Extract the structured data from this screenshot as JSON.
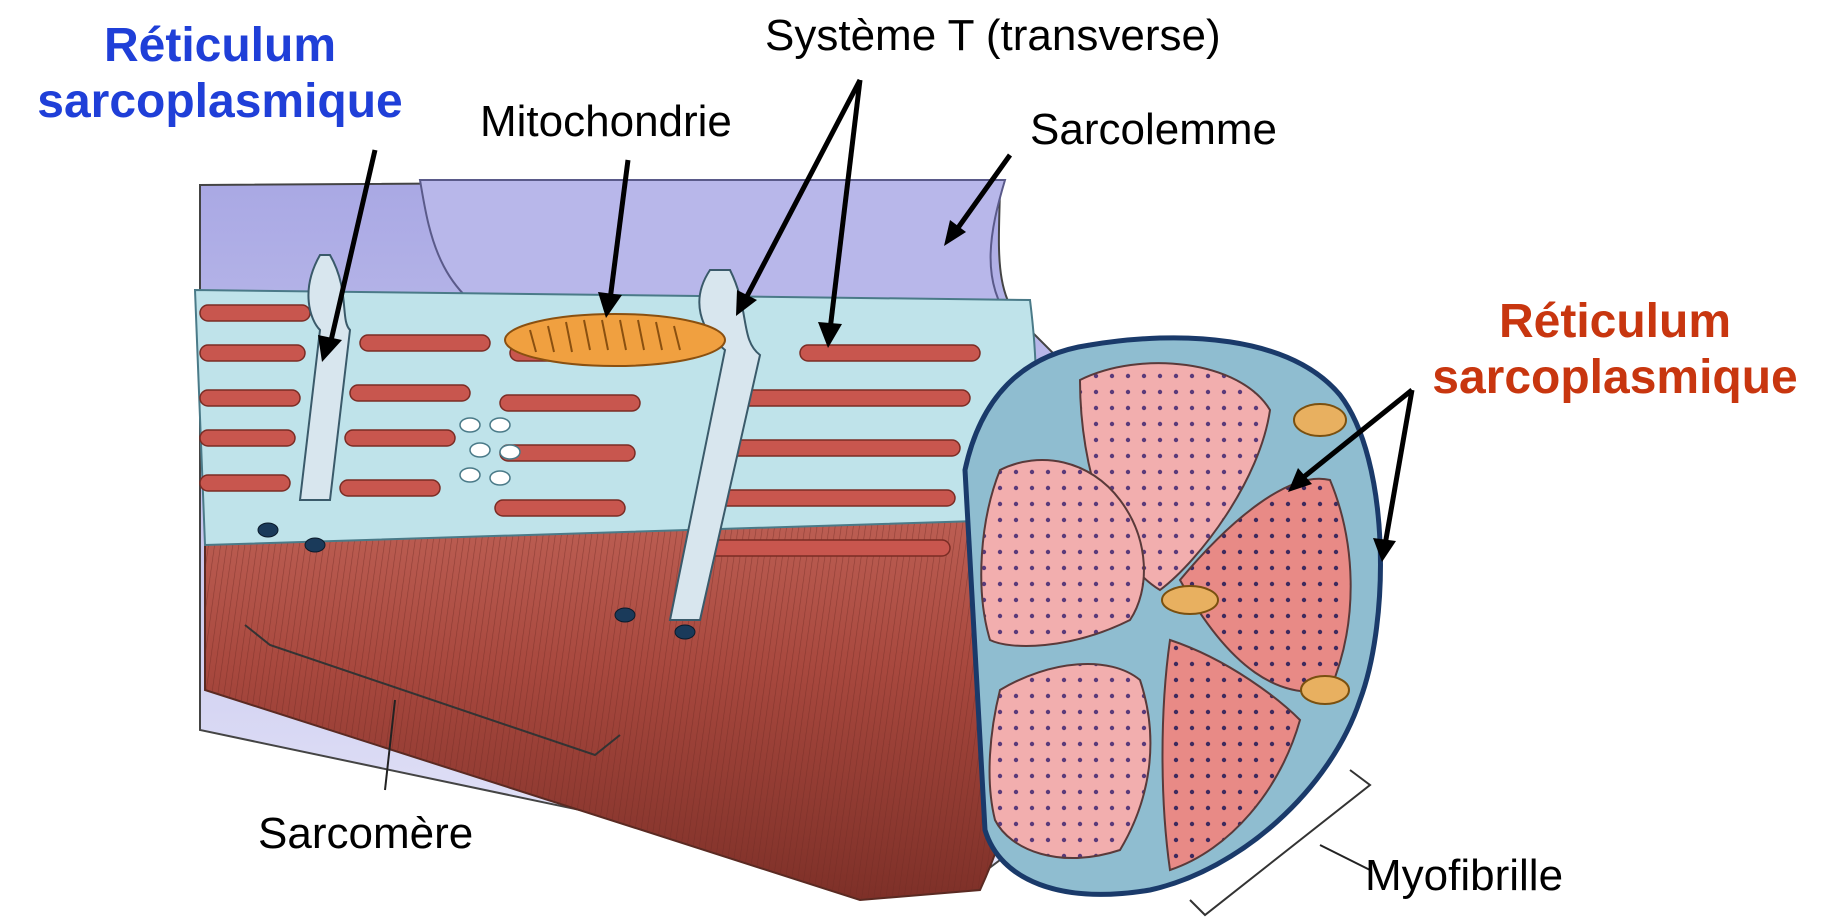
{
  "labels": {
    "reticulum_left_line1": "Réticulum",
    "reticulum_left_line2": "sarcoplasmique",
    "reticulum_right_line1": "Réticulum",
    "reticulum_right_line2": "sarcoplasmique",
    "mitochondrie": "Mitochondrie",
    "systeme_t": "Système T (transverse)",
    "sarcolemme": "Sarcolemme",
    "sarcomere": "Sarcomère",
    "myofibrille": "Myofibrille"
  },
  "colors": {
    "reticulum_left": "#1f3fd8",
    "reticulum_right": "#c8360f",
    "muscle_fiber": "#b8584e",
    "myofibril_section": "#f2a8a8",
    "reticulum_tubules": "#b9dfe8",
    "sarcolemma": "#c9c8ee",
    "mitochondria": "#f0a040"
  }
}
